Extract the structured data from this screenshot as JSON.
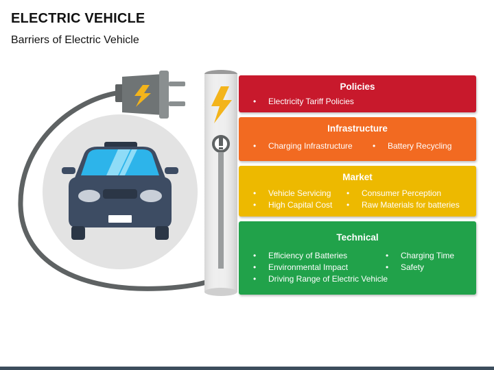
{
  "header": {
    "title": "ELECTRIC VEHICLE",
    "subtitle": "Barriers of Electric Vehicle"
  },
  "colors": {
    "policies": "#c8192c",
    "infrastructure": "#f26a21",
    "market": "#edb900",
    "technical": "#21a24a",
    "car_body": "#3d4c63",
    "windshield": "#2db4ea",
    "pole": "#eeeeee",
    "bolt": "#f3b41b",
    "bottom_bar": "#3c4d5c"
  },
  "sections": {
    "policies": {
      "title": "Policies",
      "items": [
        "Electricity Tariff Policies"
      ]
    },
    "infrastructure": {
      "title": "Infrastructure",
      "items": [
        "Charging Infrastructure",
        "Battery Recycling"
      ]
    },
    "market": {
      "title": "Market",
      "items": [
        "Vehicle Servicing",
        "Consumer Perception",
        "High Capital Cost",
        "Raw Materials for batteries"
      ]
    },
    "technical": {
      "title": "Technical",
      "items": [
        "Efficiency of Batteries",
        "Charging Time",
        "Environmental Impact",
        "Safety",
        "Driving Range of Electric Vehicle"
      ]
    }
  },
  "icons": {
    "plug": "plug-icon",
    "bolt": "lightning-bolt-icon",
    "car": "electric-car-icon",
    "charger": "charging-station-icon"
  }
}
